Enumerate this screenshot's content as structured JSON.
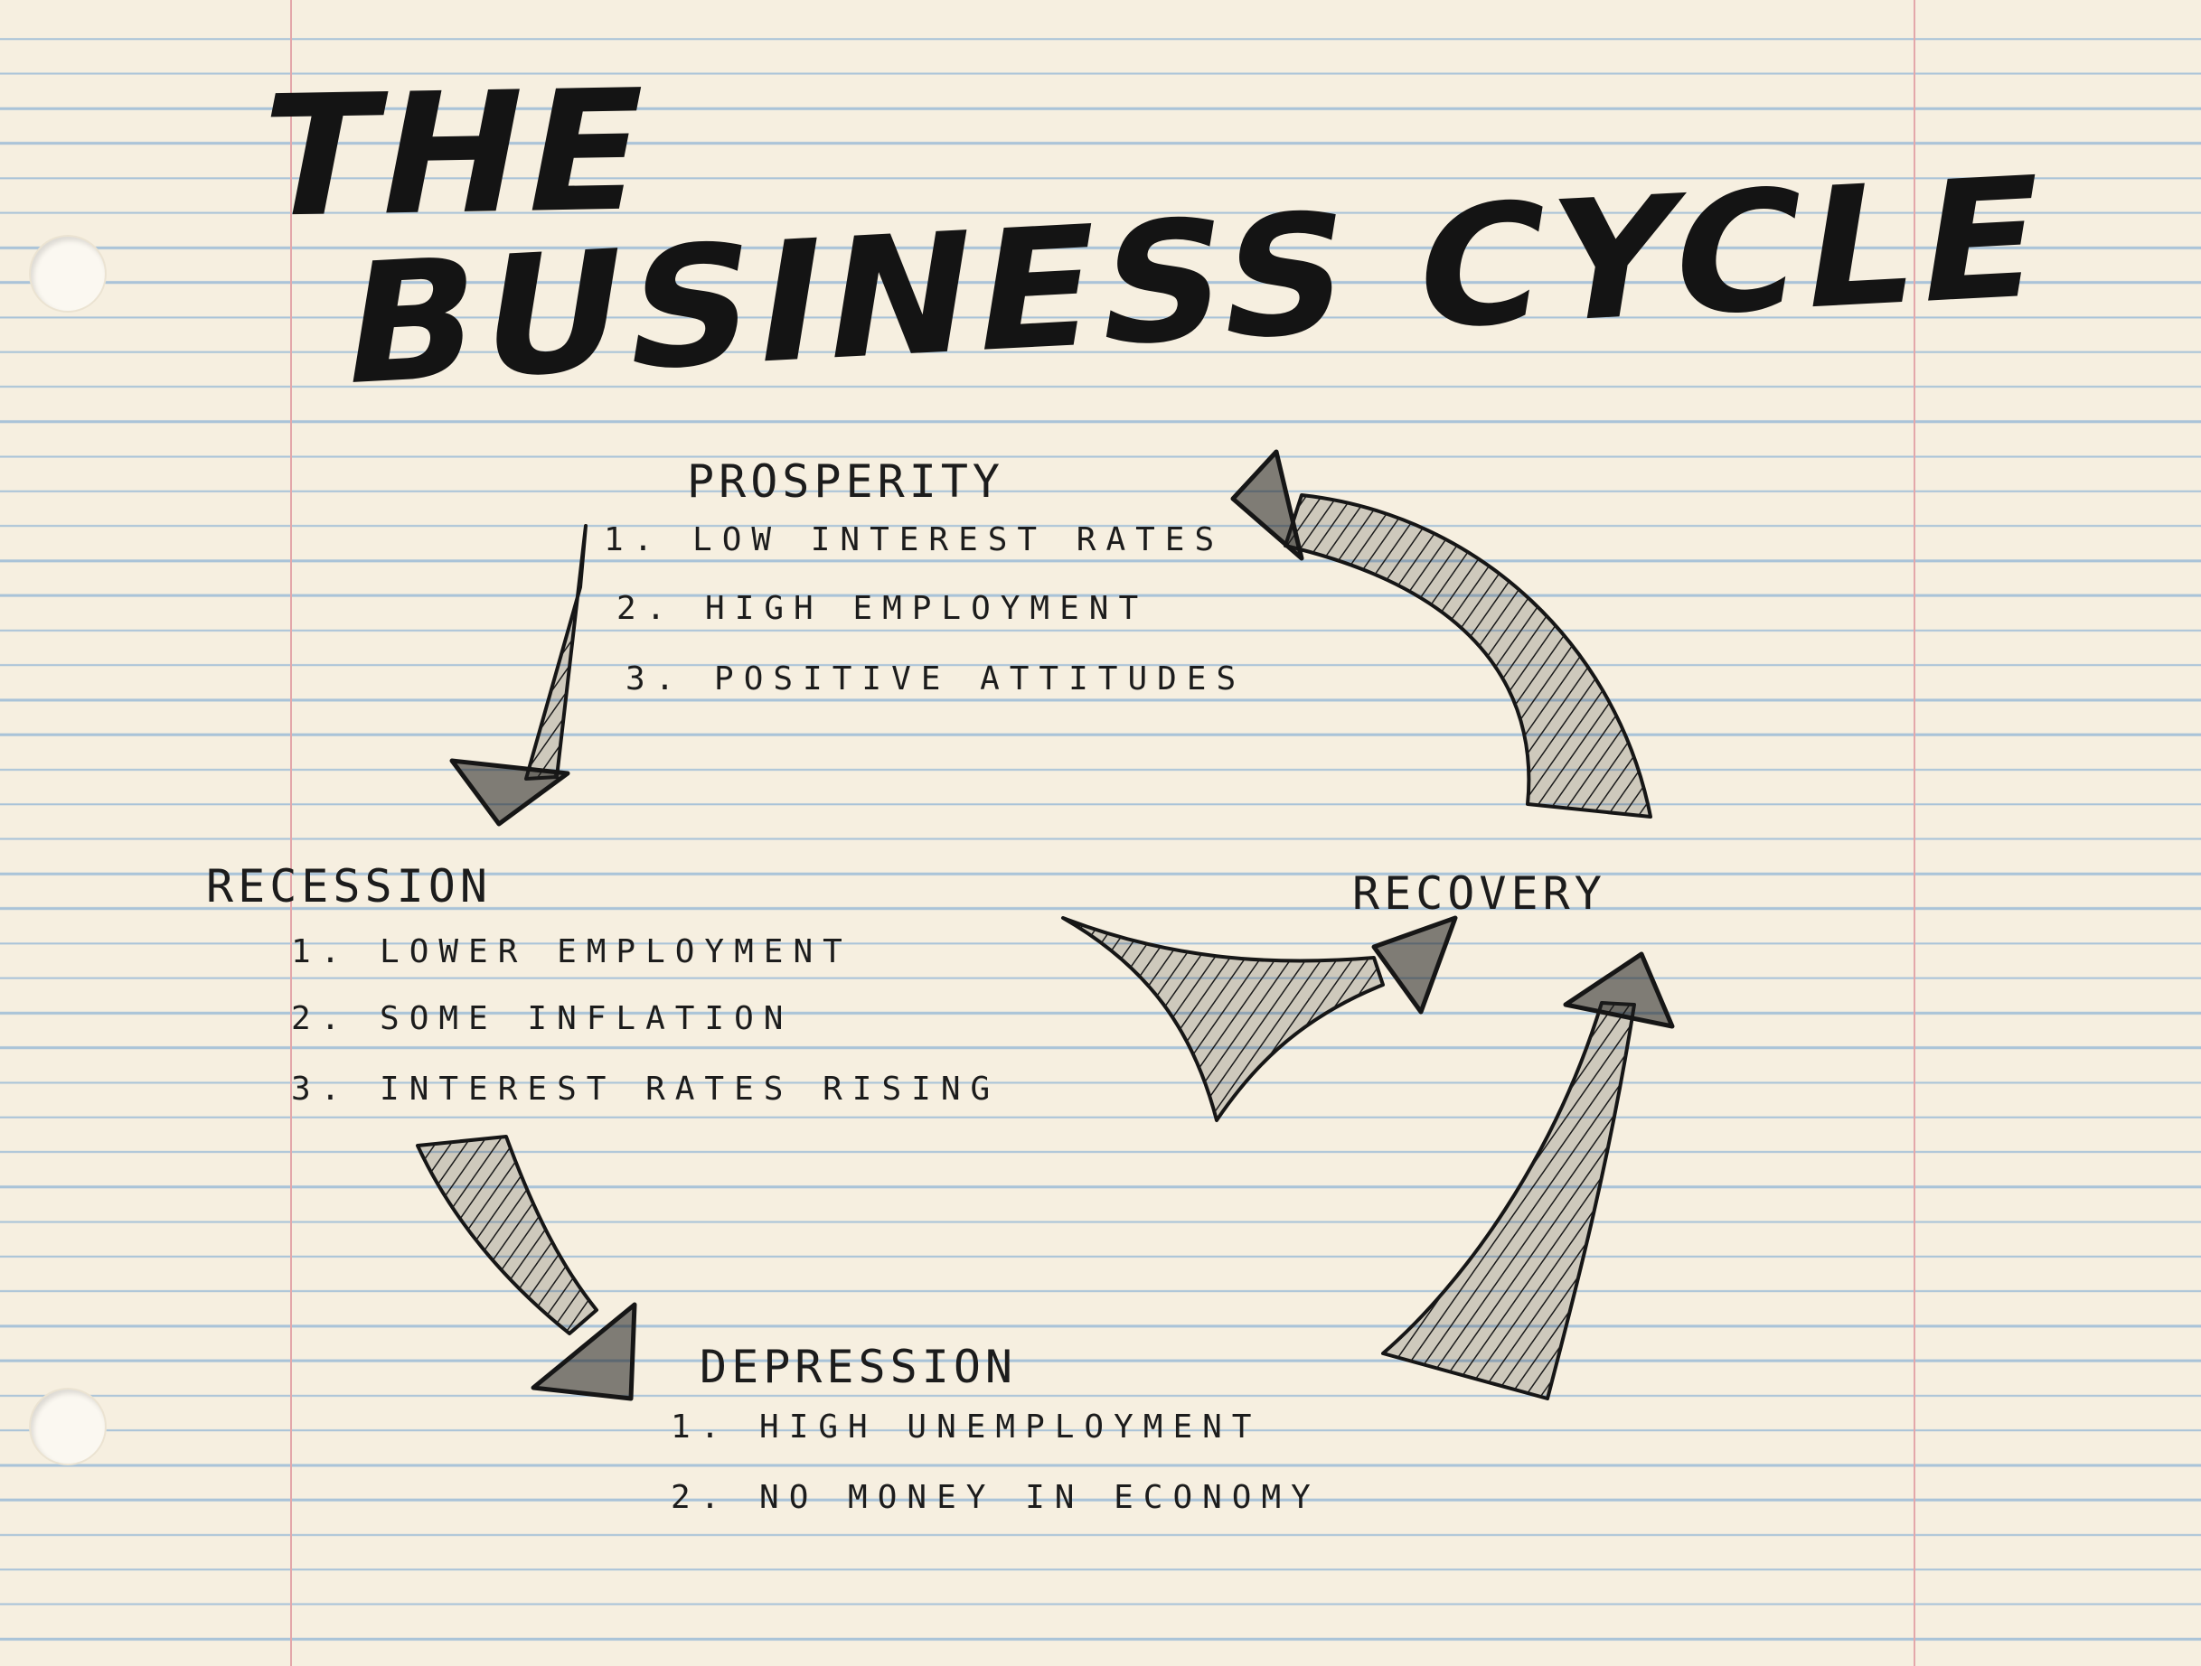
{
  "title": {
    "line1": "THE",
    "line2": "BUSINESS CYCLE"
  },
  "stages": {
    "prosperity": {
      "heading": "PROSPERITY",
      "items": [
        "1. LOW INTEREST RATES",
        "2. HIGH EMPLOYMENT",
        "3. POSITIVE ATTITUDES"
      ]
    },
    "recession": {
      "heading": "RECESSION",
      "items": [
        "1. LOWER EMPLOYMENT",
        "2. SOME INFLATION",
        "3. INTEREST RATES RISING"
      ]
    },
    "recovery": {
      "heading": "RECOVERY"
    },
    "depression": {
      "heading": "DEPRESSION",
      "items": [
        "1. HIGH UNEMPLOYMENT",
        "2. NO MONEY IN ECONOMY"
      ]
    }
  },
  "colors": {
    "paper": "#f6efe0",
    "ruled_line": "#a9c3d8",
    "margin_line": "#e3a7aa",
    "ink": "#161616"
  }
}
